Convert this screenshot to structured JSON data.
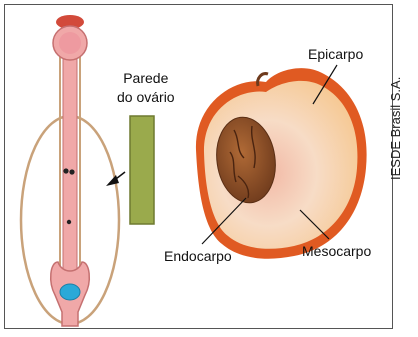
{
  "labels": {
    "parede_line1": "Parede",
    "parede_line2": "do ovário",
    "epicarpo": "Epicarpo",
    "endocarpo": "Endocarpo",
    "mesocarpo": "Mesocarpo"
  },
  "credit": "IESDE Brasil S.A.",
  "colors": {
    "frame": "#555555",
    "ovary_wall_outline": "#c9a27a",
    "pistil_fill": "#f0a8a8",
    "pistil_outline": "#c57070",
    "stigma": "#d24a3a",
    "ovary_wall_strip": "#9aaa4c",
    "ovule": "#2aa9d8",
    "peach_skin": "#e05a22",
    "peach_flesh": "#f6dcc4",
    "pit": "#9a5a2c"
  }
}
